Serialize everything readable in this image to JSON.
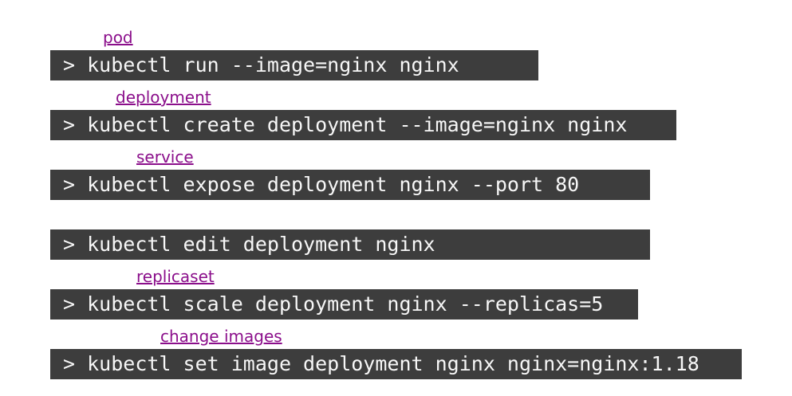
{
  "colors": {
    "bar_bg": "#3d3d3d",
    "command_text": "#f7f7f7",
    "label_text": "#8b0f8b",
    "page_bg": "#ffffff"
  },
  "items": [
    {
      "label": "pod",
      "prompt": ">",
      "command": "kubectl run --image=nginx nginx"
    },
    {
      "label": "deployment",
      "prompt": ">",
      "command": "kubectl create deployment --image=nginx nginx"
    },
    {
      "label": "service",
      "prompt": ">",
      "command": "kubectl expose deployment nginx --port 80"
    },
    {
      "label": "",
      "prompt": ">",
      "command": "kubectl edit deployment nginx"
    },
    {
      "label": "replicaset",
      "prompt": ">",
      "command": "kubectl scale deployment nginx --replicas=5"
    },
    {
      "label": "change images",
      "prompt": ">",
      "command": "kubectl set image deployment nginx nginx=nginx:1.18"
    }
  ]
}
